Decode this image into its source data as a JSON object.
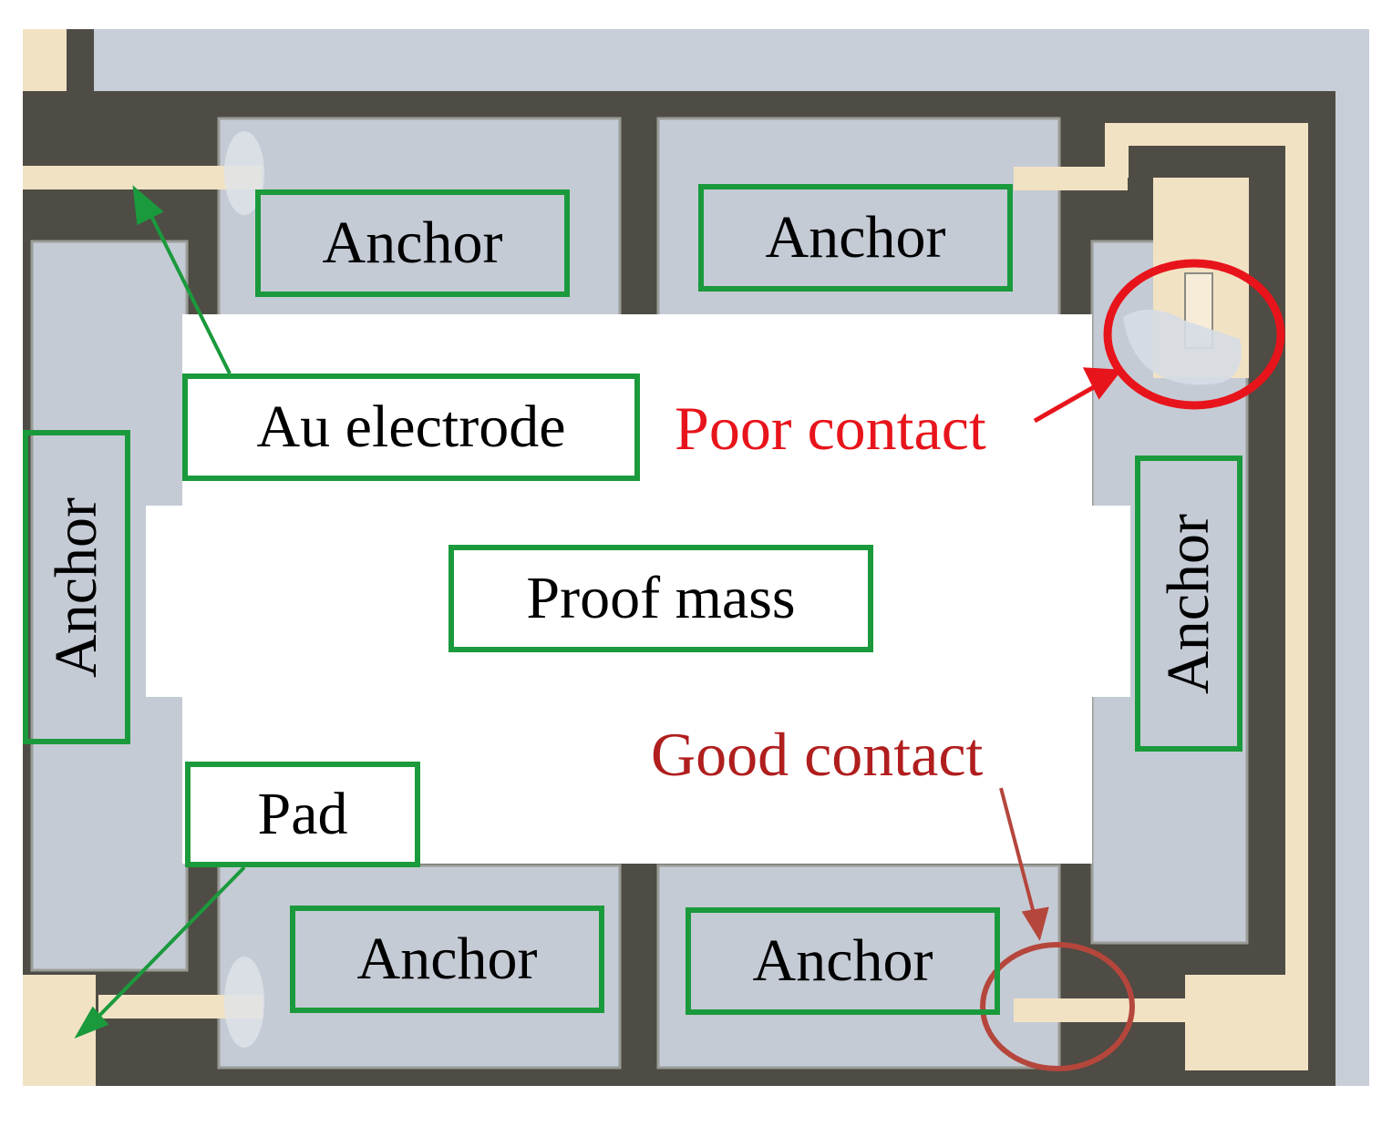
{
  "labels": {
    "anchor": "Anchor",
    "au_electrode": "Au electrode",
    "proof_mass": "Proof mass",
    "pad": "Pad",
    "poor_contact": "Poor contact",
    "good_contact": "Good contact"
  },
  "colors": {
    "label_border": "#1a9a3c",
    "poor_contact": "#e8141b",
    "good_contact": "#b01e1e",
    "good_circle": "#b5463c",
    "substrate": "#c9cfd8",
    "trench": "#4e4c44",
    "gold": "#f2e2c4"
  }
}
